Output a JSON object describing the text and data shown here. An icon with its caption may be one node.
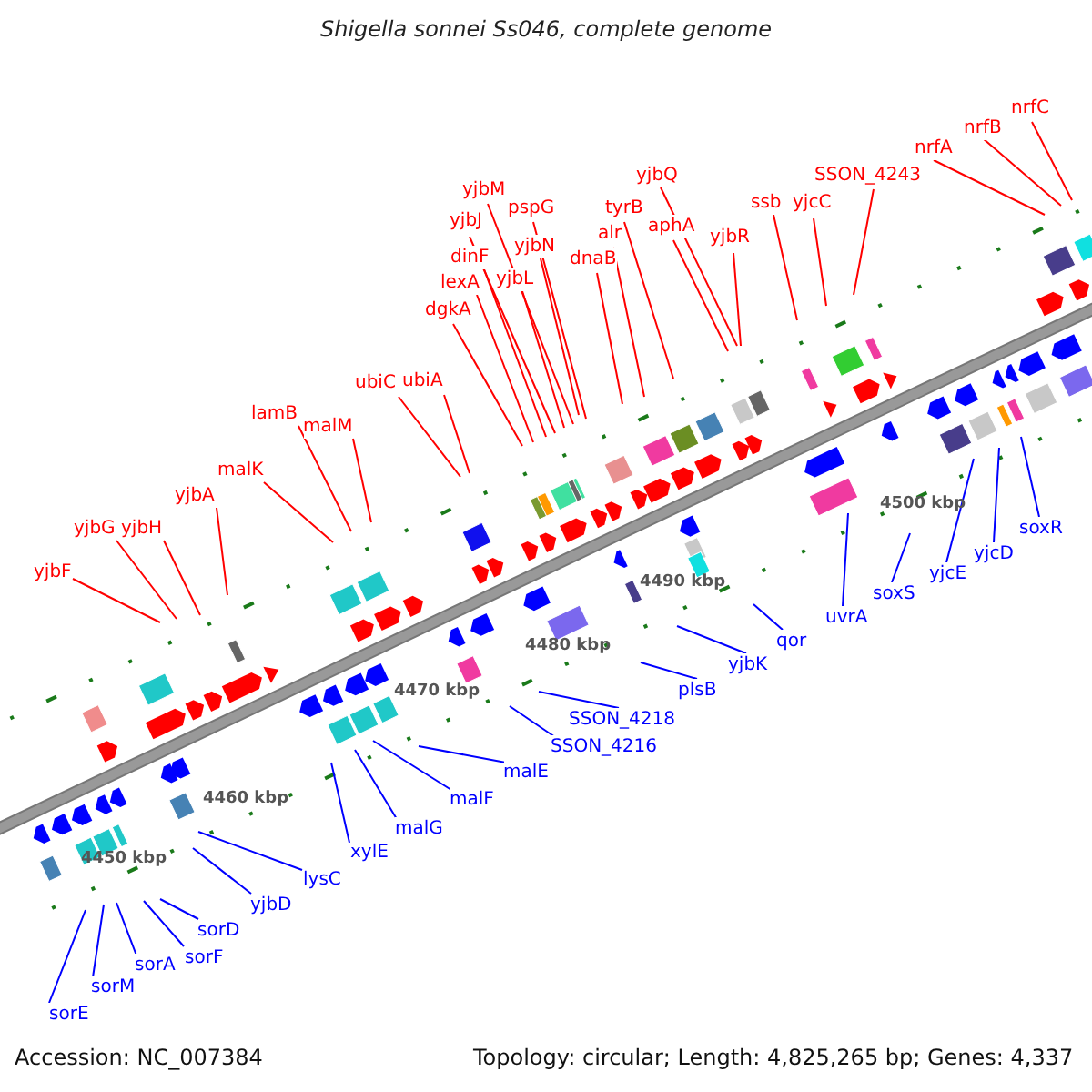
{
  "diagram": {
    "title": "Shigella sonnei Ss046, complete genome",
    "nodes": [
      {
        "text": [
          "yjbF"
        ]
      },
      {
        "text": [
          "yjbG"
        ]
      },
      {
        "text": [
          "yjbH"
        ]
      },
      {
        "text": [
          "yjbA"
        ]
      },
      {
        "text": [
          "malK"
        ]
      },
      {
        "text": [
          "lamB"
        ]
      },
      {
        "text": [
          "malM"
        ]
      },
      {
        "text": [
          "ubiC"
        ]
      },
      {
        "text": [
          "ubiA"
        ]
      },
      {
        "text": [
          "dgkA"
        ]
      },
      {
        "text": [
          "lexA"
        ]
      },
      {
        "text": [
          "dinF"
        ]
      },
      {
        "text": [
          "yjbJ"
        ]
      },
      {
        "text": [
          "yjbL"
        ]
      },
      {
        "text": [
          "yjbM"
        ]
      },
      {
        "text": [
          "pspG"
        ]
      },
      {
        "text": [
          "yjbN"
        ]
      },
      {
        "text": [
          "dnaB"
        ]
      },
      {
        "text": [
          "alr"
        ]
      },
      {
        "text": [
          "tyrB"
        ]
      },
      {
        "text": [
          "yjbQ"
        ]
      },
      {
        "text": [
          "aphA"
        ]
      },
      {
        "text": [
          "yjbR"
        ]
      },
      {
        "text": [
          "ssb"
        ]
      },
      {
        "text": [
          "yjcC"
        ]
      },
      {
        "text": [
          "SSON_4243"
        ]
      },
      {
        "text": [
          "nrfA"
        ]
      },
      {
        "text": [
          "nrfB"
        ]
      },
      {
        "text": [
          "nrfC"
        ]
      },
      {
        "text": [
          "sorE"
        ]
      },
      {
        "text": [
          "sorM"
        ]
      },
      {
        "text": [
          "sorA"
        ]
      },
      {
        "text": [
          "sorF"
        ]
      },
      {
        "text": [
          "sorD"
        ]
      },
      {
        "text": [
          "yjbD"
        ]
      },
      {
        "text": [
          "lysC"
        ]
      },
      {
        "text": [
          "xylE"
        ]
      },
      {
        "text": [
          "malG"
        ]
      },
      {
        "text": [
          "malF"
        ]
      },
      {
        "text": [
          "malE"
        ]
      },
      {
        "text": [
          "SSON_4216"
        ]
      },
      {
        "text": [
          "SSON_4218"
        ]
      },
      {
        "text": [
          "plsB"
        ]
      },
      {
        "text": [
          "yjbK"
        ]
      },
      {
        "text": [
          "qor"
        ]
      },
      {
        "text": [
          "uvrA"
        ]
      },
      {
        "text": [
          "soxS"
        ]
      },
      {
        "text": [
          "yjcE"
        ]
      },
      {
        "text": [
          "yjcD"
        ]
      },
      {
        "text": [
          "soxR"
        ]
      }
    ],
    "edges": [
      {
        "from": 0,
        "to": null,
        "arrow": "none"
      },
      {
        "from": 1,
        "to": null,
        "arrow": "none"
      },
      {
        "from": 2,
        "to": null,
        "arrow": "none"
      },
      {
        "from": 3,
        "to": null,
        "arrow": "none"
      },
      {
        "from": 4,
        "to": null,
        "arrow": "none"
      },
      {
        "from": 5,
        "to": null,
        "arrow": "none"
      },
      {
        "from": 6,
        "to": null,
        "arrow": "none"
      },
      {
        "from": 7,
        "to": null,
        "arrow": "none"
      },
      {
        "from": 8,
        "to": null,
        "arrow": "none"
      },
      {
        "from": 9,
        "to": null,
        "arrow": "none"
      },
      {
        "from": 10,
        "to": null,
        "arrow": "none"
      },
      {
        "from": 11,
        "to": null,
        "arrow": "none"
      },
      {
        "from": 12,
        "to": null,
        "arrow": "none"
      },
      {
        "from": 13,
        "to": null,
        "arrow": "none"
      },
      {
        "from": 14,
        "to": null,
        "arrow": "none"
      },
      {
        "from": 15,
        "to": null,
        "arrow": "none"
      },
      {
        "from": 16,
        "to": null,
        "arrow": "none"
      },
      {
        "from": 17,
        "to": null,
        "arrow": "none"
      },
      {
        "from": 18,
        "to": null,
        "arrow": "none"
      },
      {
        "from": 19,
        "to": null,
        "arrow": "none"
      },
      {
        "from": 20,
        "to": null,
        "arrow": "none"
      },
      {
        "from": 21,
        "to": null,
        "arrow": "none"
      },
      {
        "from": 22,
        "to": null,
        "arrow": "none"
      },
      {
        "from": 23,
        "to": null,
        "arrow": "none"
      },
      {
        "from": 24,
        "to": null,
        "arrow": "none"
      },
      {
        "from": 25,
        "to": null,
        "arrow": "none"
      },
      {
        "from": 26,
        "to": null,
        "arrow": "none"
      },
      {
        "from": 27,
        "to": null,
        "arrow": "none"
      },
      {
        "from": 28,
        "to": null,
        "arrow": "none"
      },
      {
        "from": 29,
        "to": null,
        "arrow": "none",
        "color": "#0000ff"
      },
      {
        "from": 30,
        "to": null,
        "arrow": "none",
        "color": "#0000ff"
      },
      {
        "from": 31,
        "to": null,
        "arrow": "none",
        "color": "#0000ff"
      },
      {
        "from": 32,
        "to": null,
        "arrow": "none",
        "color": "#0000ff"
      },
      {
        "from": 33,
        "to": null,
        "arrow": "none",
        "color": "#0000ff"
      },
      {
        "from": 34,
        "to": null,
        "arrow": "none",
        "color": "#0000ff"
      },
      {
        "from": 35,
        "to": null,
        "arrow": "none",
        "color": "#0000ff"
      },
      {
        "from": 36,
        "to": null,
        "arrow": "none",
        "color": "#0000ff"
      },
      {
        "from": 37,
        "to": null,
        "arrow": "none",
        "color": "#0000ff"
      },
      {
        "from": 38,
        "to": null,
        "arrow": "none",
        "color": "#0000ff"
      },
      {
        "from": 39,
        "to": null,
        "arrow": "none",
        "color": "#0000ff"
      },
      {
        "from": 40,
        "to": null,
        "arrow": "none",
        "color": "#0000ff"
      },
      {
        "from": 41,
        "to": null,
        "arrow": "none",
        "color": "#0000ff"
      },
      {
        "from": 42,
        "to": null,
        "arrow": "none",
        "color": "#0000ff"
      },
      {
        "from": 43,
        "to": null,
        "arrow": "none",
        "color": "#0000ff"
      },
      {
        "from": 44,
        "to": null,
        "arrow": "none",
        "color": "#0000ff"
      },
      {
        "from": 45,
        "to": null,
        "arrow": "none",
        "color": "#0000ff"
      },
      {
        "from": 46,
        "to": null,
        "arrow": "none",
        "color": "#0000ff"
      },
      {
        "from": 47,
        "to": null,
        "arrow": "none",
        "color": "#0000ff"
      },
      {
        "from": 48,
        "to": null,
        "arrow": "none",
        "color": "#0000ff"
      },
      {
        "from": 49,
        "to": null,
        "arrow": "none",
        "color": "#0000ff"
      }
    ],
    "labels": [
      "4450 kbp",
      "4460 kbp",
      "4470 kbp",
      "4480 kbp",
      "4490 kbp",
      "4500 kbp",
      "Accession: NC_007384",
      "Topology: circular; Length: 4,825,265 bp; Genes: 4,337"
    ]
  }
}
